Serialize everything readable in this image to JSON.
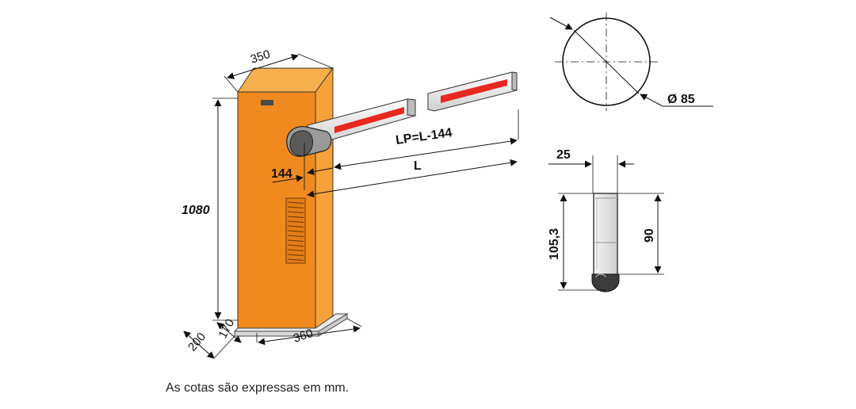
{
  "dimensions": {
    "width_top": "350",
    "width_base": "360",
    "height": "1080",
    "base_depth_a": "200",
    "base_depth_b": "170",
    "offset": "144",
    "lp": "LP=L-144",
    "length": "L",
    "diameter": "Ø 85",
    "profile_width": "25",
    "profile_height_total": "105,3",
    "profile_height_body": "90"
  },
  "caption": "As cotas são expressas em mm.",
  "colors": {
    "cabinet_front": "#f08a1e",
    "cabinet_side": "#f6a23a",
    "cabinet_top": "#f7b04e",
    "stripe": "#e8281f",
    "line": "#111111"
  }
}
